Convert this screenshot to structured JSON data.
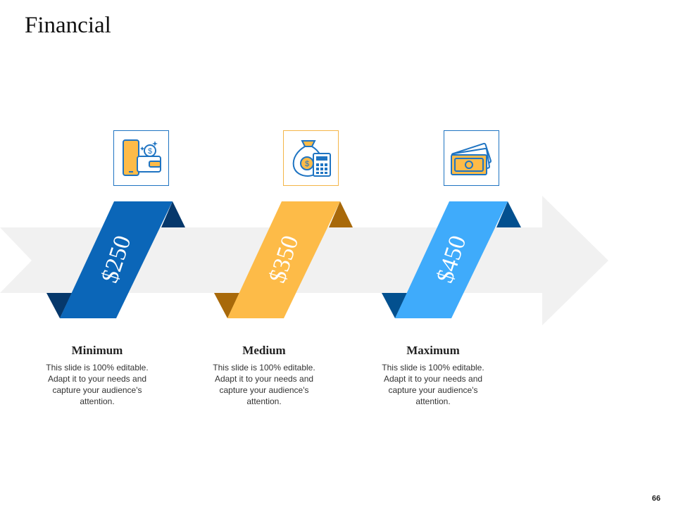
{
  "title": "Financial",
  "page_number": "66",
  "colors": {
    "arrow": "#f1f1f1",
    "dark_blue": "#0b66b8",
    "dark_blue_fold": "#06386b",
    "orange": "#fdbb48",
    "orange_fold": "#a8690a",
    "light_blue": "#3fabfb",
    "light_blue_fold": "#03508f"
  },
  "tiers": [
    {
      "price": "$250",
      "label": "Minimum",
      "description": "This slide is 100% editable. Adapt it to your needs and capture your audience's attention.",
      "icon": "mobile-wallet-icon"
    },
    {
      "price": "$350",
      "label": "Medium",
      "description": "This slide is 100% editable. Adapt it to your needs and capture your audience's attention.",
      "icon": "money-bag-calculator-icon"
    },
    {
      "price": "$450",
      "label": "Maximum",
      "description": "This slide is 100% editable. Adapt it to your needs and capture your audience's attention.",
      "icon": "cash-banknotes-icon"
    }
  ]
}
